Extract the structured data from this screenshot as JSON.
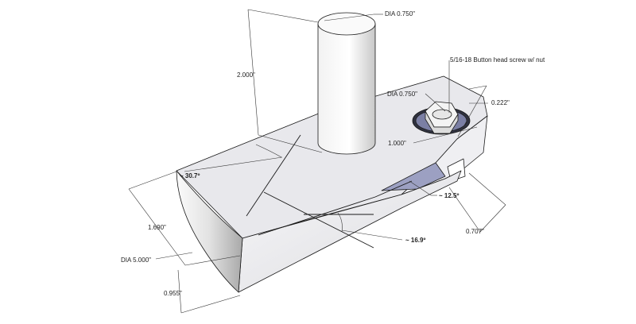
{
  "dimensions": {
    "dia_pin": "DIA 0.750\"",
    "pin_height": "2.000\"",
    "screw_label": "5/16-18 Button head screw w/ nut",
    "dia_hole": "DIA 0.750\"",
    "offset_222": "0.222\"",
    "offset_1000": "1.000\"",
    "angle_307": "~ 30.7º",
    "angle_125": "~ 12.5º",
    "angle_169": "~ 16.9º",
    "height_1690": "1.690\"",
    "dia_base": "DIA 5.000\"",
    "depth_955": "0.955\"",
    "width_707": "0.707\""
  },
  "colors": {
    "background": "#ffffff",
    "face_top": "#e6e6ea",
    "face_side_right": "#f3f3f5",
    "face_curved_light": "#f7f7f7",
    "face_curved_dark": "#b9b9b9",
    "cut_shade": "#9aa0c0",
    "line": "#1a1a1a",
    "dim_line": "#333333"
  }
}
